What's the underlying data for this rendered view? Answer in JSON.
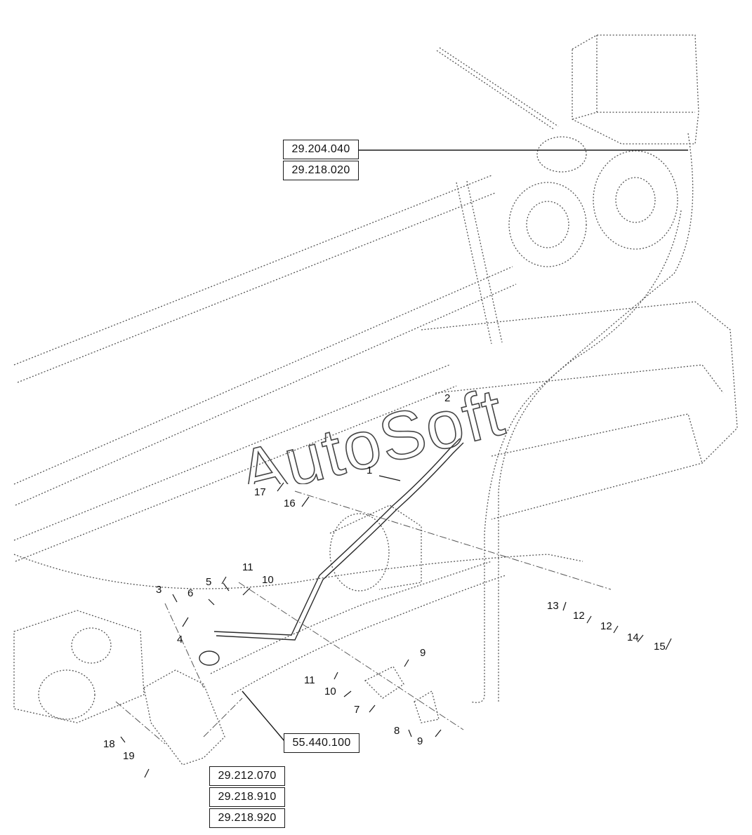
{
  "watermark": {
    "text": "AutoSoft"
  },
  "reference_boxes": [
    {
      "id": "ref-1",
      "label": "29.204.040"
    },
    {
      "id": "ref-2",
      "label": "29.218.020"
    },
    {
      "id": "ref-3",
      "label": "55.440.100"
    },
    {
      "id": "ref-4",
      "label": "29.212.070"
    },
    {
      "id": "ref-5",
      "label": "29.218.910"
    },
    {
      "id": "ref-6",
      "label": "29.218.920"
    }
  ],
  "callouts": [
    "1",
    "2",
    "3",
    "4",
    "5",
    "6",
    "7",
    "8",
    "9",
    "9",
    "10",
    "10",
    "11",
    "11",
    "12",
    "12",
    "13",
    "14",
    "15",
    "16",
    "17",
    "18",
    "19"
  ],
  "colors": {
    "line": "#2a2a2a",
    "dotted": "#555555",
    "watermark_stroke": "#444444"
  }
}
